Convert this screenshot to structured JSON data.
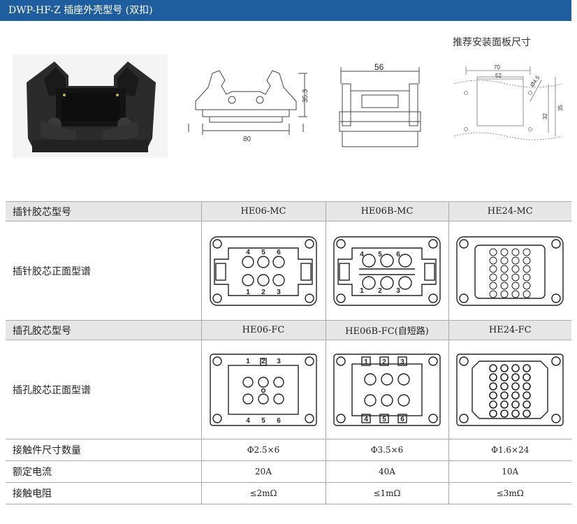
{
  "title": "DWP-HF-Z  插座外壳型号 (双扣)",
  "panel_caption": "推荐安装面板尺寸",
  "dims": {
    "side_width": "80",
    "side_height": "35.3",
    "front_width": "56",
    "panel_70": "70",
    "panel_52": "52",
    "panel_hole": "Ø4.5",
    "panel_32": "32",
    "panel_35": "35"
  },
  "table": {
    "row_pin_model": {
      "label": "插针胶芯型号",
      "cols": [
        "HE06-MC",
        "HE06B-MC",
        "HE24-MC"
      ]
    },
    "row_pin_face": {
      "label": "插针胶芯正面型谱"
    },
    "row_socket_model": {
      "label": "插孔胶芯型号",
      "cols": [
        "HE06-FC",
        "HE06B-FC(自短路)",
        "HE24-FC"
      ]
    },
    "row_socket_face": {
      "label": "插孔胶芯正面型谱"
    },
    "row_contact_size": {
      "label": "接触件尺寸数量",
      "cols": [
        "Φ2.5×6",
        "Φ3.5×6",
        "Φ1.6×24"
      ]
    },
    "row_current": {
      "label": "额定电流",
      "cols": [
        "20A",
        "40A",
        "10A"
      ]
    },
    "row_resistance": {
      "label": "接触电阻",
      "cols": [
        "≤2mΩ",
        "≤1mΩ",
        "≤3mΩ"
      ]
    }
  },
  "pin_numbers": {
    "he06_mc_top": [
      "4",
      "5",
      "6"
    ],
    "he06_mc_bottom": [
      "1",
      "2",
      "3"
    ],
    "he06b_mc_top": [
      "4",
      "5",
      "6"
    ],
    "he06b_mc_bottom": [
      "1",
      "2",
      "3"
    ],
    "he06_fc_top": [
      "1",
      "2",
      "3"
    ],
    "he06_fc_bottom": [
      "4",
      "5",
      "6"
    ],
    "he06b_fc_top": [
      "1",
      "2",
      "3"
    ],
    "he06b_fc_bottom": [
      "4",
      "5",
      "6"
    ]
  }
}
